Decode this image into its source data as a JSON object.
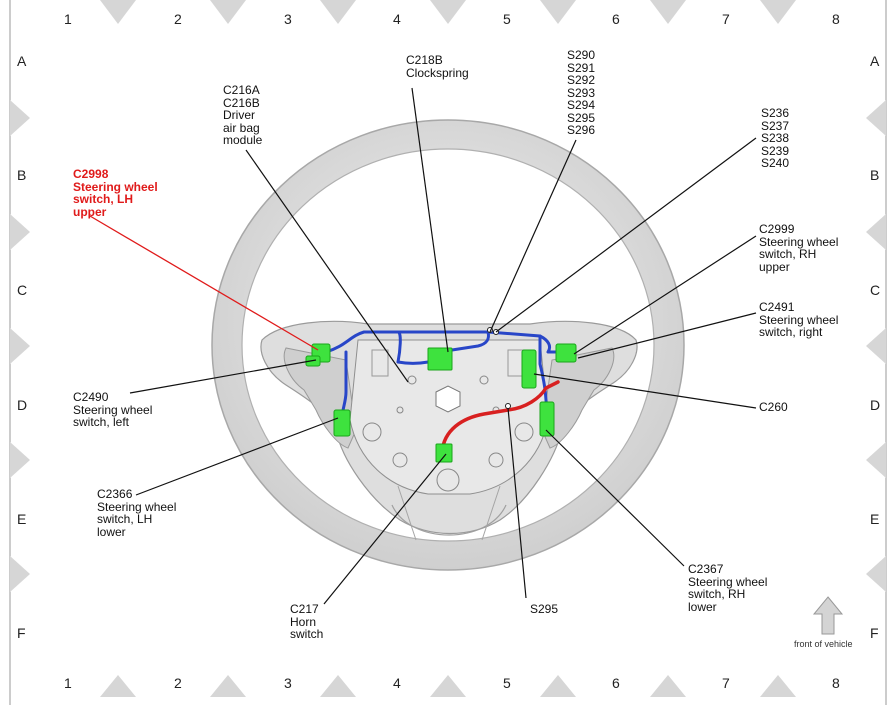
{
  "grid": {
    "columns": [
      "1",
      "2",
      "3",
      "4",
      "5",
      "6",
      "7",
      "8"
    ],
    "rows": [
      "A",
      "B",
      "C",
      "D",
      "E",
      "F"
    ]
  },
  "labels": {
    "c2998": "C2998\nSteering wheel\nswitch, LH\nupper",
    "c216": "C216A\nC216B\nDriver\nair bag\nmodule",
    "c218b": "C218B\nClockspring",
    "s290": "S290\nS291\nS292\nS293\nS294\nS295\nS296",
    "s236": "S236\nS237\nS238\nS239\nS240",
    "c2999": "C2999\nSteering wheel\nswitch, RH\nupper",
    "c2491": "C2491\nSteering wheel\nswitch, right",
    "c260": "C260",
    "c2490": "C2490\nSteering wheel\nswitch, left",
    "c2366": "C2366\nSteering wheel\nswitch, LH\nlower",
    "c2367": "C2367\nSteering wheel\nswitch, RH\nlower",
    "c217": "C217\nHorn\nswitch",
    "s295": "S295"
  },
  "front_of_vehicle": "front of vehicle",
  "colors": {
    "highlight": "#e01b1b",
    "connector": "#3ee23e",
    "harness_blue": "#2846c8",
    "harness_red": "#d82020"
  }
}
